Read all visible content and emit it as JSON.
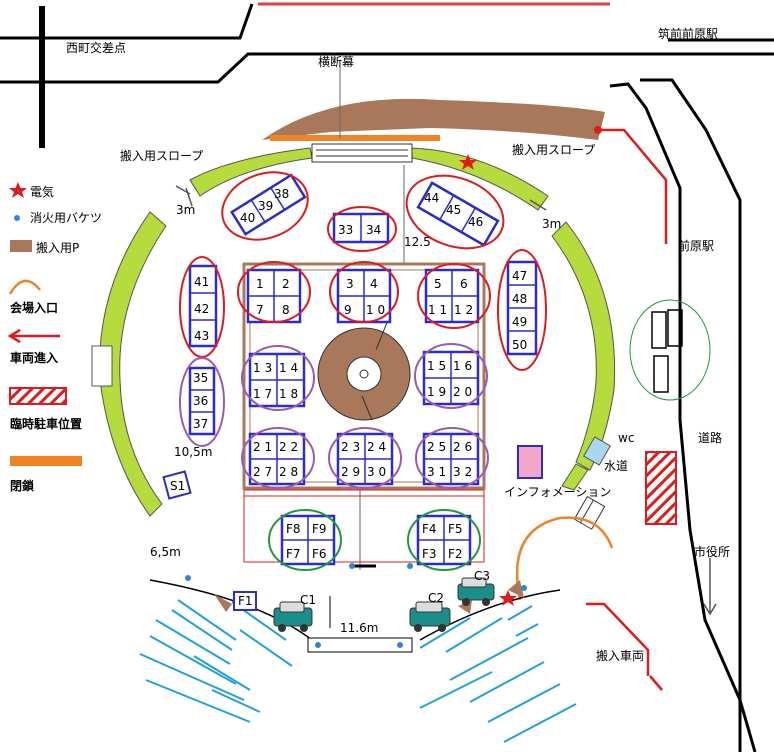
{
  "labels": {
    "nishimachi": "西町交差点",
    "chikuzen": "筑前前原駅",
    "banner": "横断幕",
    "slope_left": "搬入用スロープ",
    "slope_right": "搬入用スロープ",
    "m3_left": "3m",
    "m3_right": "3m",
    "m12_5": "12.5",
    "m10_5": "10,5m",
    "m6_5": "6,5m",
    "m11_6": "11.6m",
    "maebaru": "前原駅",
    "wc": "wc",
    "road": "道路",
    "suido": "水道",
    "info": "インフォメーション",
    "shiyakusho": "市役所",
    "hannyu_sharyo": "搬入車両",
    "c1": "C1",
    "c2": "C2",
    "c3": "C3",
    "s1": "S1",
    "f1": "F1"
  },
  "legend": {
    "electric": "電気",
    "bucket": "消火用バケツ",
    "parking": "搬入用P",
    "entrance": "会場入口",
    "vehicle": "車両進入",
    "temp_parking": "臨時駐車位置",
    "closed": "閉鎖"
  },
  "booths": {
    "b1": "1",
    "b2": "2",
    "b3": "3",
    "b4": "4",
    "b5": "5",
    "b6": "6",
    "b7": "7",
    "b8": "8",
    "b9": "9",
    "b10": "1 0",
    "b11": "1 1",
    "b12": "1 2",
    "b13": "1 3",
    "b14": "1 4",
    "b15": "1 5",
    "b16": "1 6",
    "b17": "1 7",
    "b18": "1 8",
    "b19": "1 9",
    "b20": "2 0",
    "b21": "2 1",
    "b22": "2 2",
    "b23": "2 3",
    "b24": "2 4",
    "b25": "2 5",
    "b26": "2 6",
    "b27": "2 7",
    "b28": "2 8",
    "b29": "2 9",
    "b30": "3 0",
    "b31": "3 1",
    "b32": "3 2",
    "b33": "33",
    "b34": "34",
    "b35": "35",
    "b36": "36",
    "b37": "37",
    "b38": "38",
    "b39": "39",
    "b40": "40",
    "b41": "41",
    "b42": "42",
    "b43": "43",
    "b44": "44",
    "b45": "45",
    "b46": "46",
    "b47": "47",
    "b48": "48",
    "b49": "49",
    "b50": "50",
    "f2": "F2",
    "f3": "F3",
    "f4": "F4",
    "f5": "F5",
    "f6": "F6",
    "f7": "F7",
    "f8": "F8",
    "f9": "F9"
  },
  "colors": {
    "booth_border": "#2b2bd0",
    "ring_red": "#e11b1b",
    "ring_purple": "#9b59b6",
    "ring_green": "#1f9a3a",
    "slope_green": "#b5db3c",
    "parking_brown": "#a9785a",
    "closed_orange": "#f08326",
    "bucket_blue": "#2e86de",
    "info_pink": "#f4a6c8",
    "stripe_blue": "#1fa0e0"
  }
}
